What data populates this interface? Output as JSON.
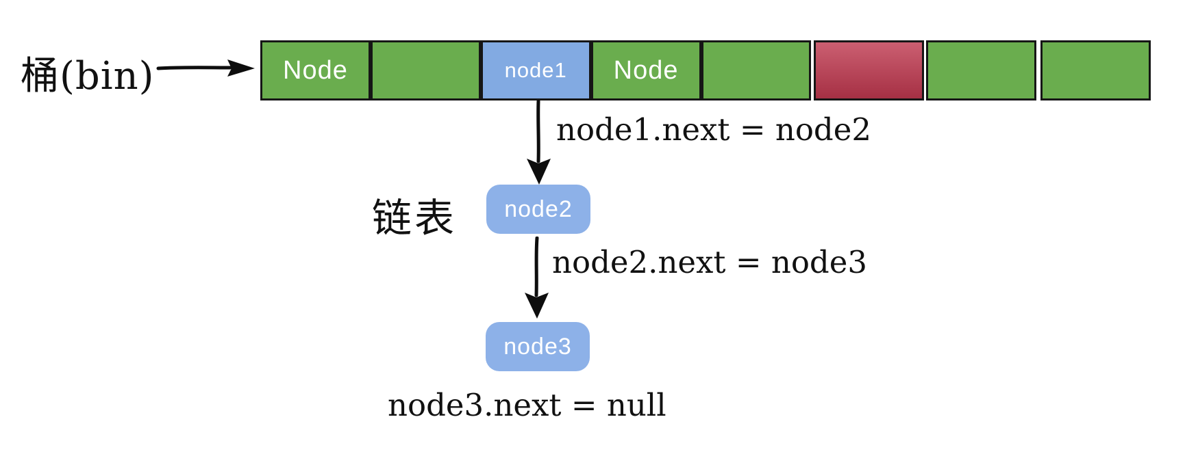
{
  "diagram": {
    "bin_label": "桶(bin)",
    "list_label": "链表",
    "bucket_cells": [
      {
        "label": "Node",
        "color": "green"
      },
      {
        "label": "",
        "color": "green"
      },
      {
        "label": "node1",
        "color": "blue"
      },
      {
        "label": "Node",
        "color": "green"
      },
      {
        "label": "",
        "color": "green"
      },
      {
        "label": "",
        "color": "red"
      },
      {
        "label": "",
        "color": "green"
      },
      {
        "label": "",
        "color": "green"
      }
    ],
    "list_nodes": [
      {
        "label": "node2"
      },
      {
        "label": "node3"
      }
    ],
    "edge_labels": {
      "edge1": "node1.next = node2",
      "edge2": "node2.next = node3",
      "edge3": "node3.next = null"
    },
    "colors": {
      "green": "#6aad4e",
      "blue": "#82aae2",
      "node_box_blue": "#8db1e8",
      "red_top": "#cb5f71",
      "red_bottom": "#a63044",
      "border": "#161616",
      "text_dark": "#111111",
      "text_light": "#ffffff",
      "bg": "#ffffff"
    }
  }
}
